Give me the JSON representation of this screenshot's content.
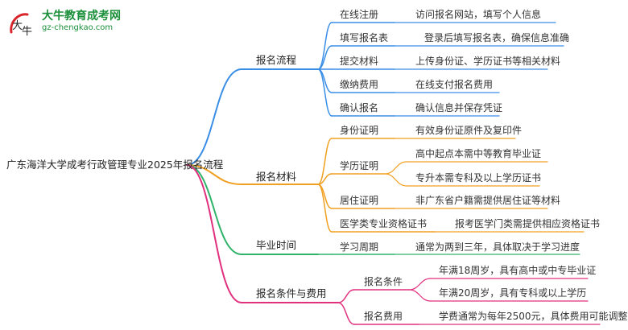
{
  "logo": {
    "title": "大牛教育成考网",
    "url": "gz-chengkao.com",
    "mark_glyph": "大牛",
    "colors": {
      "green": "#1b8f3a",
      "red": "#d9262c"
    }
  },
  "root": {
    "label": "广东海洋大学成考行政管理专业2025年报名流程"
  },
  "branches": [
    {
      "label": "报名流程",
      "color": "#3a8ee6",
      "children": [
        {
          "label": "在线注册",
          "detail": "访问报名网站，填写个人信息"
        },
        {
          "label": "填写报名表",
          "detail": "登录后填写报名表，确保信息准确"
        },
        {
          "label": "提交材料",
          "detail": "上传身份证、学历证书等相关材料"
        },
        {
          "label": "缴纳费用",
          "detail": "在线支付报名费用"
        },
        {
          "label": "确认报名",
          "detail": "确认信息并保存凭证"
        }
      ]
    },
    {
      "label": "报名材料",
      "color": "#f0a020",
      "children": [
        {
          "label": "身份证明",
          "detail": "有效身份证原件及复印件"
        },
        {
          "label": "学历证明",
          "details": [
            "高中起点本需中等教育毕业证",
            "专升本需专科及以上学历证书"
          ]
        },
        {
          "label": "居住证明",
          "detail": "非广东省户籍需提供居住证等材料"
        },
        {
          "label": "医学类专业资格证书",
          "detail": "报考医学门类需提供相应资格证书"
        }
      ]
    },
    {
      "label": "毕业时间",
      "color": "#2fb36b",
      "children": [
        {
          "label": "学习周期",
          "detail": "通常为两到三年，具体取决于学习进度"
        }
      ]
    },
    {
      "label": "报名条件与费用",
      "color": "#e0307e",
      "children": [
        {
          "label": "报名条件",
          "details": [
            "年满18周岁，具有高中或中专毕业证",
            "年满20周岁，具有专科或以上学历"
          ]
        },
        {
          "label": "报名费用",
          "detail": "学费通常为每年2500元，具体费用可能调整"
        }
      ]
    }
  ]
}
